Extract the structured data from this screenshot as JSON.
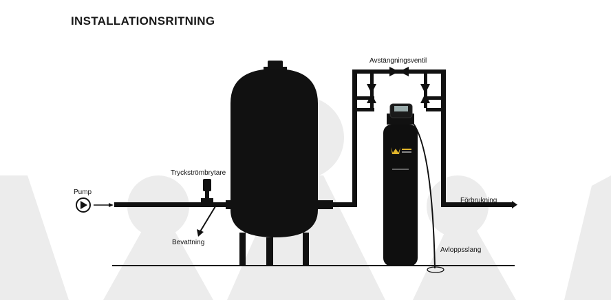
{
  "title": "INSTALLATIONSRITNING",
  "labels": {
    "pump": "Pump",
    "pressure_switch": "Tryckströmbrytare",
    "irrigation": "Bevattning",
    "shutoff_valve": "Avstängningsventil",
    "consumption": "Förbrukning",
    "drain_hose": "Avloppsslang"
  },
  "colors": {
    "equipment": "#111111",
    "watermark": "#ebebeb",
    "brand_gold": "#e2b52b"
  },
  "icons": [
    "pump-icon",
    "shutoff-valve-icon",
    "crown-logo-icon",
    "control-head-icon"
  ]
}
